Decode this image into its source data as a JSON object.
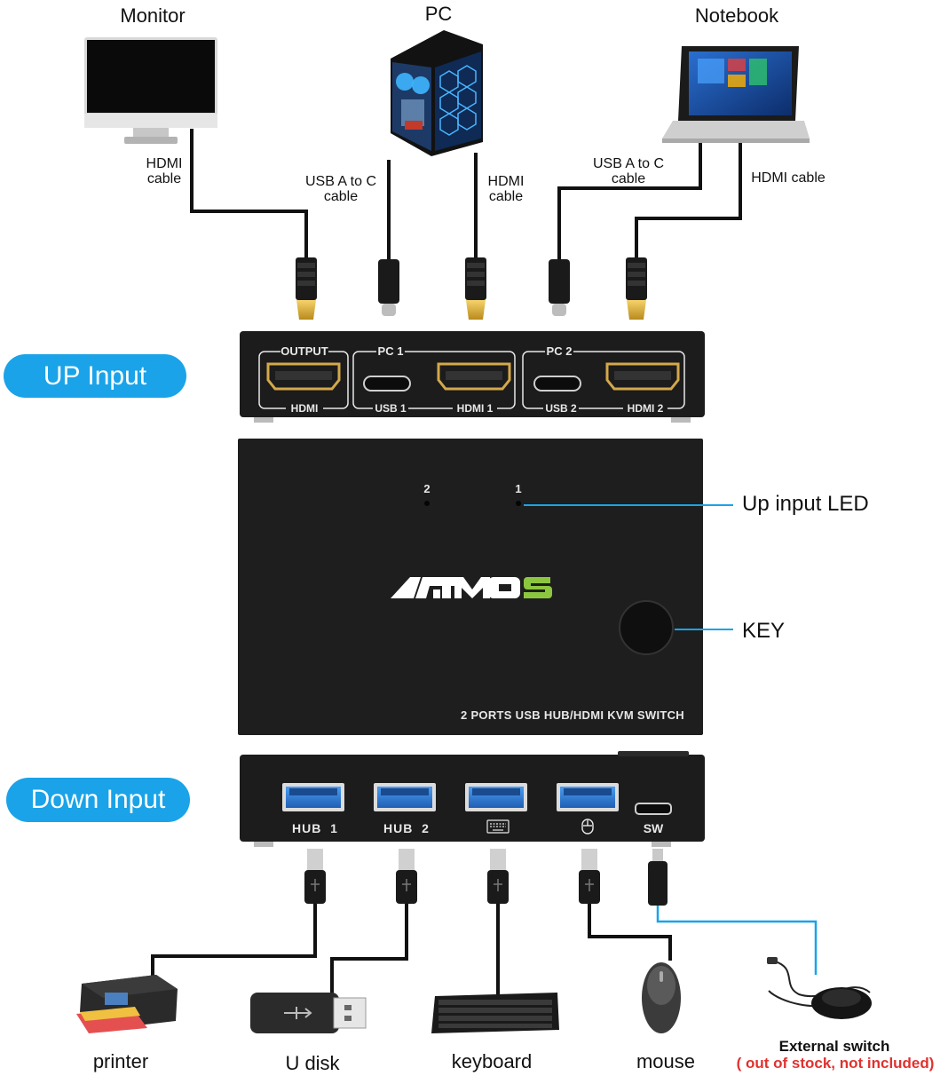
{
  "devices_top": {
    "monitor": "Monitor",
    "pc": "PC",
    "notebook": "Notebook"
  },
  "cables": {
    "hdmi_cable_monitor": [
      "HDMI",
      "cable"
    ],
    "usb_a_to_c_pc": [
      "USB A to C",
      "cable"
    ],
    "hdmi_cable_pc": [
      "HDMI",
      "cable"
    ],
    "usb_a_to_c_notebook": [
      "USB A to C",
      "cable"
    ],
    "hdmi_cable_notebook": "HDMI cable"
  },
  "sections": {
    "up_input": "UP Input",
    "down_input": "Down Input"
  },
  "up_panel": {
    "output_title": "OUTPUT",
    "output_port": "HDMI",
    "pc1_title": "PC 1",
    "pc1_usb": "USB 1",
    "pc1_hdmi": "HDMI 1",
    "pc2_title": "PC 2",
    "pc2_usb": "USB 2",
    "pc2_hdmi": "HDMI 2"
  },
  "switch_box": {
    "led_2": "2",
    "led_1": "1",
    "brand": "AIMOS",
    "brand_colors": {
      "main": "#ffffff",
      "accent": "#8cc63f"
    },
    "model": "2 PORTS USB HUB/HDMI KVM SWITCH"
  },
  "callouts": {
    "up_input_led": "Up input LED",
    "key": "KEY"
  },
  "down_panel": {
    "hub1": "HUB  1",
    "hub2": "HUB  2",
    "keyboard_icon": "keyboard-icon",
    "mouse_icon": "mouse-icon",
    "sw": "SW"
  },
  "devices_bottom": {
    "printer": "printer",
    "udisk": "U disk",
    "keyboard": "keyboard",
    "mouse": "mouse",
    "external_switch": "External switch",
    "external_note": "( out of stock, not included)"
  },
  "colors": {
    "accent_blue": "#1aa3e8",
    "note_red": "#e0322f",
    "usb_port_blue": "#2f7fd6"
  }
}
